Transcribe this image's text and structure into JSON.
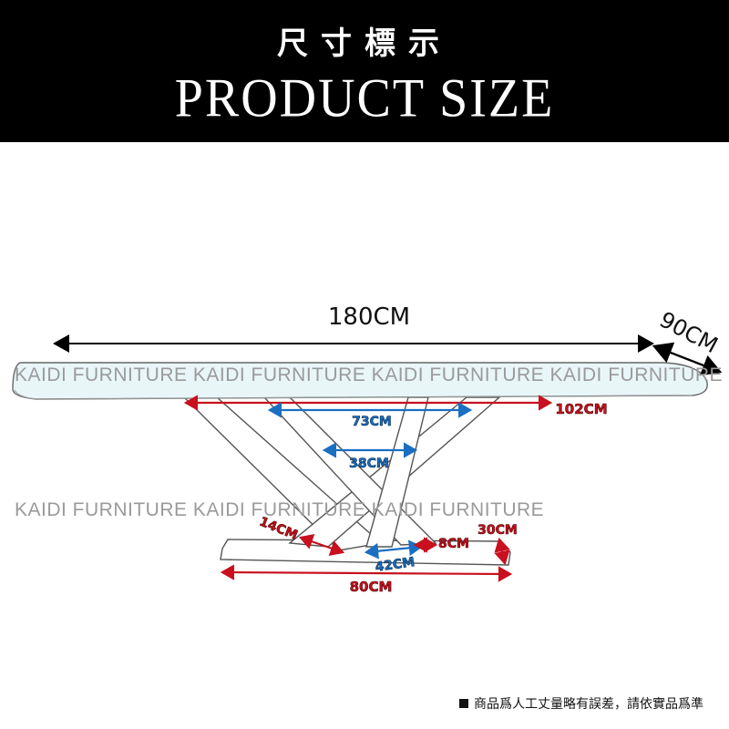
{
  "header": {
    "title_cn": "尺寸標示",
    "title_en": "PRODUCT SIZE",
    "background": "#000000",
    "text_color": "#ffffff"
  },
  "watermarks": [
    "KAIDI  FURNITURE  KAIDI  FURNITURE  KAIDI  FURNITURE  KAIDI  FURNITURE",
    "KAIDI  FURNITURE  KAIDI  FURNITURE  KAIDI  FURNITURE"
  ],
  "dimensions": {
    "length": "180CM",
    "width": "90CM",
    "top_span": "102CM",
    "upper_inner": "73CM",
    "middle_inner": "38CM",
    "foot_slant": "14CM",
    "foot_inner": "42CM",
    "foot_gap": "8CM",
    "base_height": "30CM",
    "base_length": "80CM"
  },
  "colors": {
    "red_label": "#c8101e",
    "blue_label": "#1a6fc0",
    "black_arrow": "#000000",
    "table_top": "#e8f6f8",
    "outline": "#555555"
  },
  "footer": {
    "note": "商品爲人工丈量略有誤差，請依實品爲準"
  }
}
